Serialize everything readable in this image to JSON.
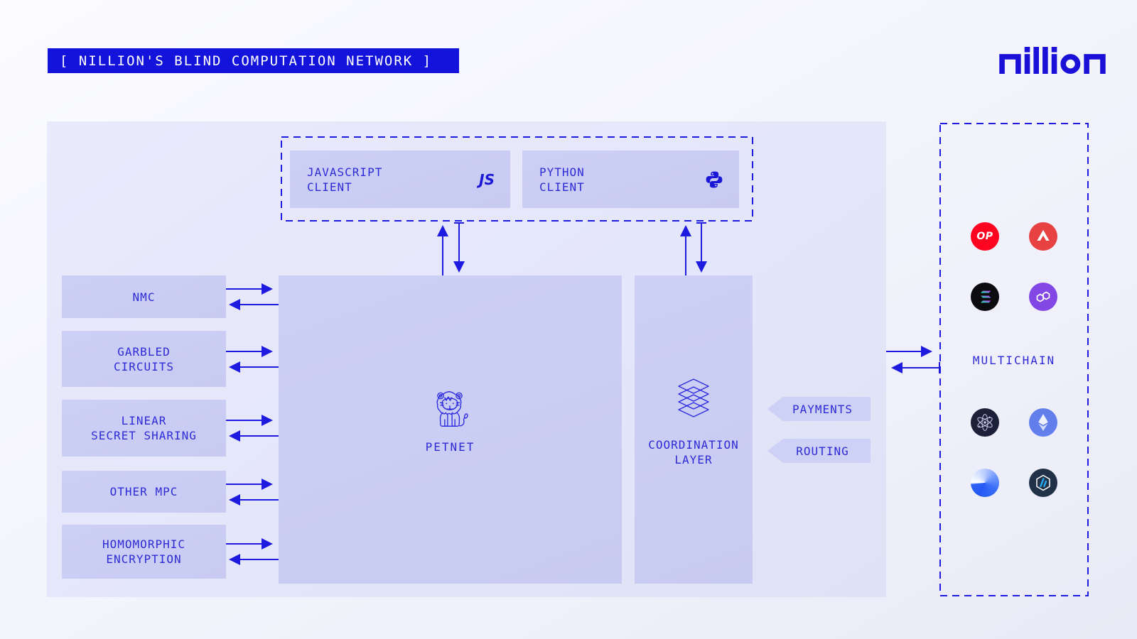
{
  "banner": {
    "title": "[ NILLION'S BLIND COMPUTATION NETWORK ]"
  },
  "logo": {
    "text": "nillion"
  },
  "clients_group": {
    "javascript_client": {
      "line1": "JAVASCRIPT",
      "line2": "CLIENT",
      "badge": "JS",
      "icon": "js-icon"
    },
    "python_client": {
      "line1": "PYTHON",
      "line2": "CLIENT",
      "icon": "python-icon"
    }
  },
  "techniques": [
    {
      "lines": [
        "NMC"
      ]
    },
    {
      "lines": [
        "GARBLED",
        "CIRCUITS"
      ]
    },
    {
      "lines": [
        "LINEAR",
        "SECRET SHARING"
      ]
    },
    {
      "lines": [
        "OTHER MPC"
      ]
    },
    {
      "lines": [
        "HOMOMORPHIC",
        "ENCRYPTION"
      ]
    }
  ],
  "petnet": {
    "label": "PETNET",
    "icon": "lion-icon"
  },
  "coordination_layer": {
    "line1": "COORDINATION",
    "line2": "LAYER",
    "icon": "layers-icon"
  },
  "tags": {
    "payments": "PAYMENTS",
    "routing": "ROUTING"
  },
  "multichain": {
    "label": "MULTICHAIN",
    "chains": [
      {
        "name": "optimism",
        "color": "#ff0420",
        "text": "OP"
      },
      {
        "name": "avalanche",
        "color": "#e84142"
      },
      {
        "name": "solana",
        "color": "#000000"
      },
      {
        "name": "polygon",
        "color": "#8247e5"
      },
      {
        "name": "cosmos",
        "color": "#1c2039"
      },
      {
        "name": "ethereum",
        "color": "#627eea"
      },
      {
        "name": "gradient-chain",
        "color": "#2a5ff6"
      },
      {
        "name": "arbitrum",
        "color": "#213147"
      }
    ]
  },
  "colors": {
    "accent_blue": "#1f1ae0",
    "banner_bg": "#1313db",
    "panel": "#e4e6f9",
    "box_fill": "#c9ccf3",
    "text_blue": "#2e2bd6"
  }
}
